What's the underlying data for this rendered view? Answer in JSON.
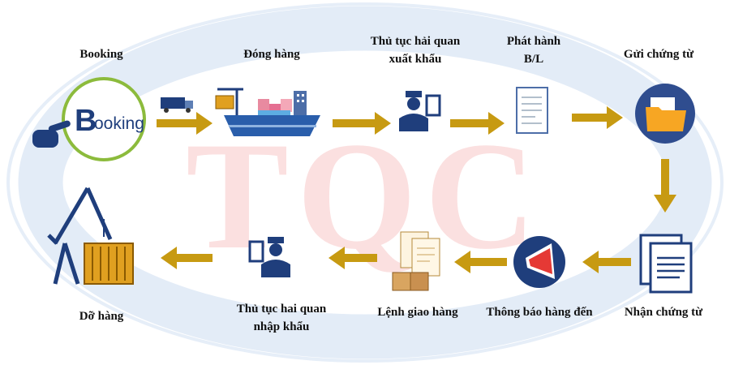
{
  "colors": {
    "arrow": "#c79a12",
    "navy": "#1f3e7c",
    "watermark_ring": "#e6eef8",
    "watermark_text": "#fbe3e3",
    "booking_ring": "#8cbb3c",
    "orange": "#f0a030",
    "red": "#e53935"
  },
  "watermark": {
    "text": "TQC"
  },
  "booking_logo": {
    "big": "B",
    "rest": "ooking"
  },
  "steps": [
    {
      "id": "booking",
      "lines": [
        "Booking"
      ],
      "icon": "booking-icon"
    },
    {
      "id": "dong-hang",
      "lines": [
        "Đóng hàng"
      ],
      "icon": "cargo-ship-icon"
    },
    {
      "id": "thu-tuc-xuat",
      "lines": [
        "Thủ tục hải quan",
        "xuất khẩu"
      ],
      "icon": "customs-officer-icon"
    },
    {
      "id": "phat-hanh-bl",
      "lines": [
        "Phát hành",
        "B/L"
      ],
      "icon": "document-icon"
    },
    {
      "id": "gui-chung-tu",
      "lines": [
        "Gửi chứng từ"
      ],
      "icon": "folder-icon"
    },
    {
      "id": "nhan-chung-tu",
      "lines": [
        "Nhận chứng từ"
      ],
      "icon": "documents-icon"
    },
    {
      "id": "thong-bao",
      "lines": [
        "Thông báo hàng đến"
      ],
      "icon": "megaphone-icon"
    },
    {
      "id": "lenh-giao-hang",
      "lines": [
        "Lệnh giao hàng"
      ],
      "icon": "delivery-order-icon"
    },
    {
      "id": "thu-tuc-nhap",
      "lines": [
        "Thủ tục hai quan",
        "nhập khẩu"
      ],
      "icon": "customs-officer-icon"
    },
    {
      "id": "do-hang",
      "lines": [
        "Dỡ hàng"
      ],
      "icon": "crane-icon"
    }
  ]
}
